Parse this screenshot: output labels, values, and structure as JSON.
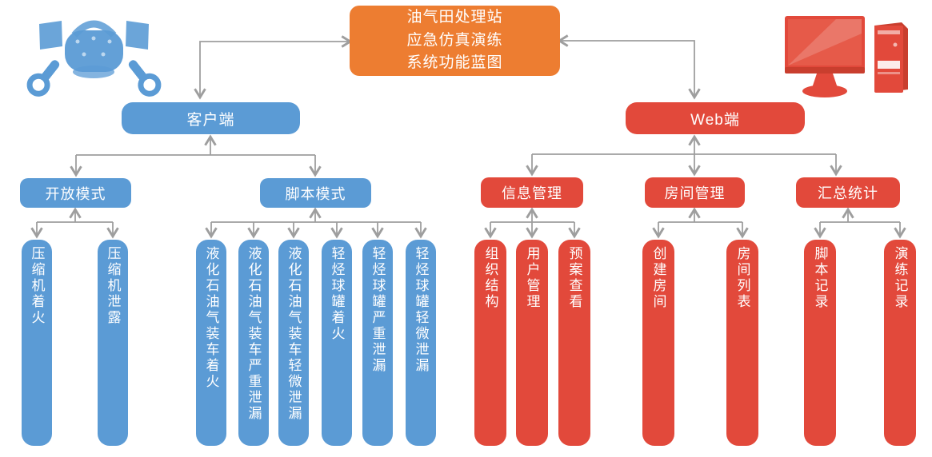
{
  "diagram_title": "油气田处理站应急仿真演练系统功能蓝图",
  "root": {
    "lines": [
      "油气田处理站",
      "应急仿真演练",
      "系统功能蓝图"
    ]
  },
  "client": {
    "label": "客户端",
    "modes": [
      {
        "label": "开放模式",
        "children": [
          "压缩机着火",
          "压缩机泄露"
        ]
      },
      {
        "label": "脚本模式",
        "children": [
          "液化石油气装车着火",
          "液化石油气装车严重泄漏",
          "液化石油气装车轻微泄漏",
          "轻烃球罐着火",
          "轻烃球罐严重泄漏",
          "轻烃球罐轻微泄漏"
        ]
      }
    ]
  },
  "web": {
    "label": "Web端",
    "modules": [
      {
        "label": "信息管理",
        "children": [
          "组织结构",
          "用户管理",
          "预案查看"
        ]
      },
      {
        "label": "房间管理",
        "children": [
          "创建房间",
          "房间列表"
        ]
      },
      {
        "label": "汇总统计",
        "children": [
          "脚本记录",
          "演练记录"
        ]
      }
    ]
  },
  "icons": {
    "left": "vr-headset-with-controllers",
    "right": "desktop-computer"
  },
  "colors": {
    "client_blue": "#5B9BD5",
    "web_red": "#E2493B",
    "root_orange": "#ED7D31",
    "connector_gray": "#9E9E9E",
    "background": "#FFFFFF"
  }
}
